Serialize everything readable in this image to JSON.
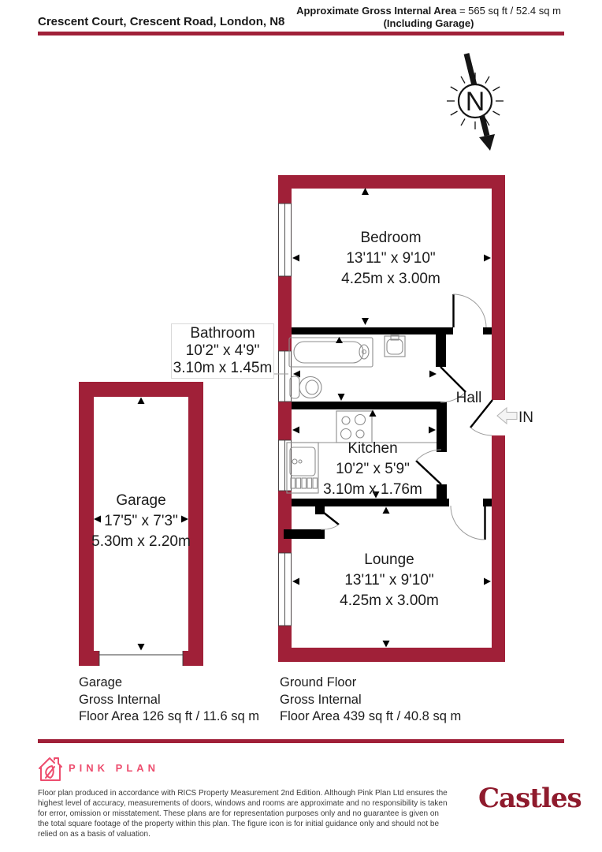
{
  "header": {
    "address": "Crescent Court, Crescent Road, London, N8",
    "area_label": "Approximate Gross Internal Area",
    "area_value": "= 565 sq ft / 52.4 sq m",
    "area_note": "(Including Garage)"
  },
  "compass": {
    "north_label": "N"
  },
  "rooms": {
    "bedroom": {
      "name": "Bedroom",
      "imperial": "13'11\" x 9'10\"",
      "metric": "4.25m x 3.00m"
    },
    "bathroom": {
      "name": "Bathroom",
      "imperial": "10'2\" x 4'9\"",
      "metric": "3.10m x 1.45m"
    },
    "kitchen": {
      "name": "Kitchen",
      "imperial": "10'2\" x 5'9\"",
      "metric": "3.10m x 1.76m"
    },
    "lounge": {
      "name": "Lounge",
      "imperial": "13'11\" x 9'10\"",
      "metric": "4.25m x 3.00m"
    },
    "garage": {
      "name": "Garage",
      "imperial": "17'5\" x 7'3\"",
      "metric": "5.30m x 2.20m"
    },
    "hall": {
      "name": "Hall"
    }
  },
  "entrance": {
    "label": "IN"
  },
  "summaries": {
    "garage": {
      "line1": "Garage",
      "line2": "Gross Internal",
      "line3": "Floor Area 126 sq ft / 11.6 sq m"
    },
    "ground_floor": {
      "line1": "Ground Floor",
      "line2": "Gross Internal",
      "line3": "Floor Area 439 sq ft / 40.8 sq m"
    }
  },
  "footer": {
    "producer": "PINK PLAN",
    "disclaimer": "Floor plan produced in accordance with RICS Property Measurement 2nd Edition. Although Pink Plan Ltd ensures the highest level of accuracy, measurements of doors, windows and rooms are approximate and no responsibility is taken for error, omission or misstatement. These plans are for representation purposes only and no guarantee is given on the total square footage of the property within this plan. The figure icon is for initial guidance only and should not be relied on as a basis of valuation.",
    "agent_logo": "Castles"
  },
  "colors": {
    "wall_red": "#a02038",
    "pink": "#ed4d6e",
    "castles_red": "#8f1b2d"
  }
}
